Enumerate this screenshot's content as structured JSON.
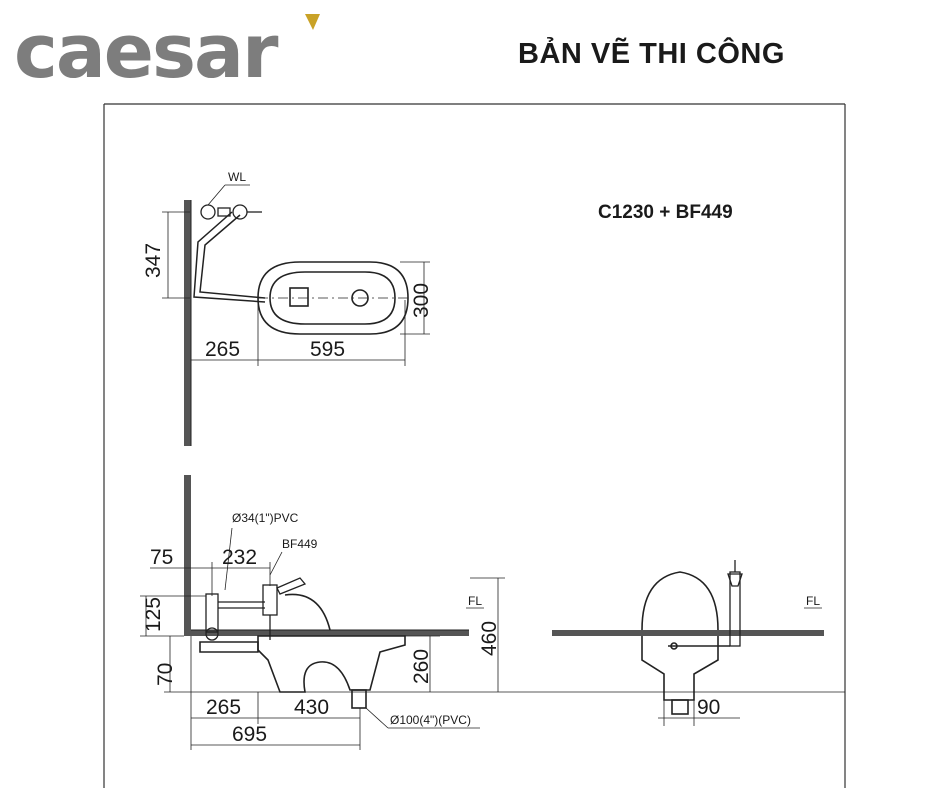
{
  "brand": {
    "name": "caesar",
    "accent_color": "#c9a227",
    "text_color": "#7d7d7d"
  },
  "header": {
    "title": "BẢN VẼ THI CÔNG"
  },
  "drawing": {
    "model": "C1230 + BF449",
    "top_view": {
      "wl_label": "WL",
      "dim_347": "347",
      "dim_300": "300",
      "dim_265": "265",
      "dim_595": "595"
    },
    "side_view": {
      "pipe_label": "Ø34(1\")PVC",
      "valve_label": "BF449",
      "fl_label": "FL",
      "dim_75": "75",
      "dim_232": "232",
      "dim_125": "125",
      "dim_70": "70",
      "dim_460": "460",
      "dim_260": "260",
      "dim_265": "265",
      "dim_430": "430",
      "dim_695": "695",
      "outlet_label": "Ø100(4\")(PVC)"
    },
    "front_view": {
      "fl_label": "FL",
      "dim_90": "90"
    }
  }
}
